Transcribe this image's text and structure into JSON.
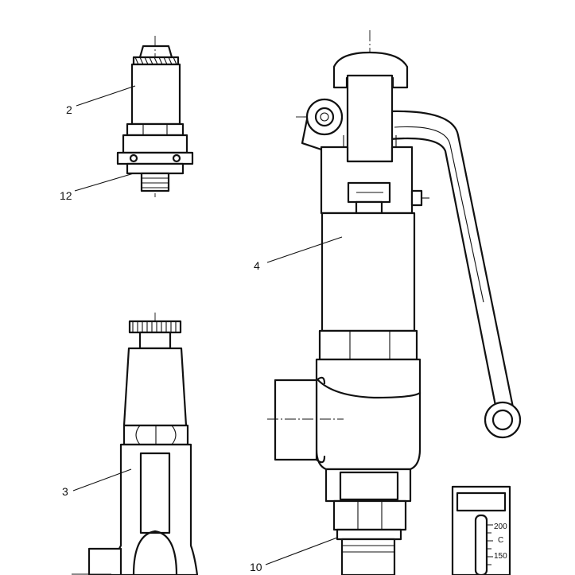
{
  "callouts": {
    "c2": "2",
    "c12": "12",
    "c3": "3",
    "c4": "4",
    "c10": "10"
  },
  "thermometer": {
    "mark_200": "200",
    "unit": "C",
    "mark_150": "150"
  }
}
